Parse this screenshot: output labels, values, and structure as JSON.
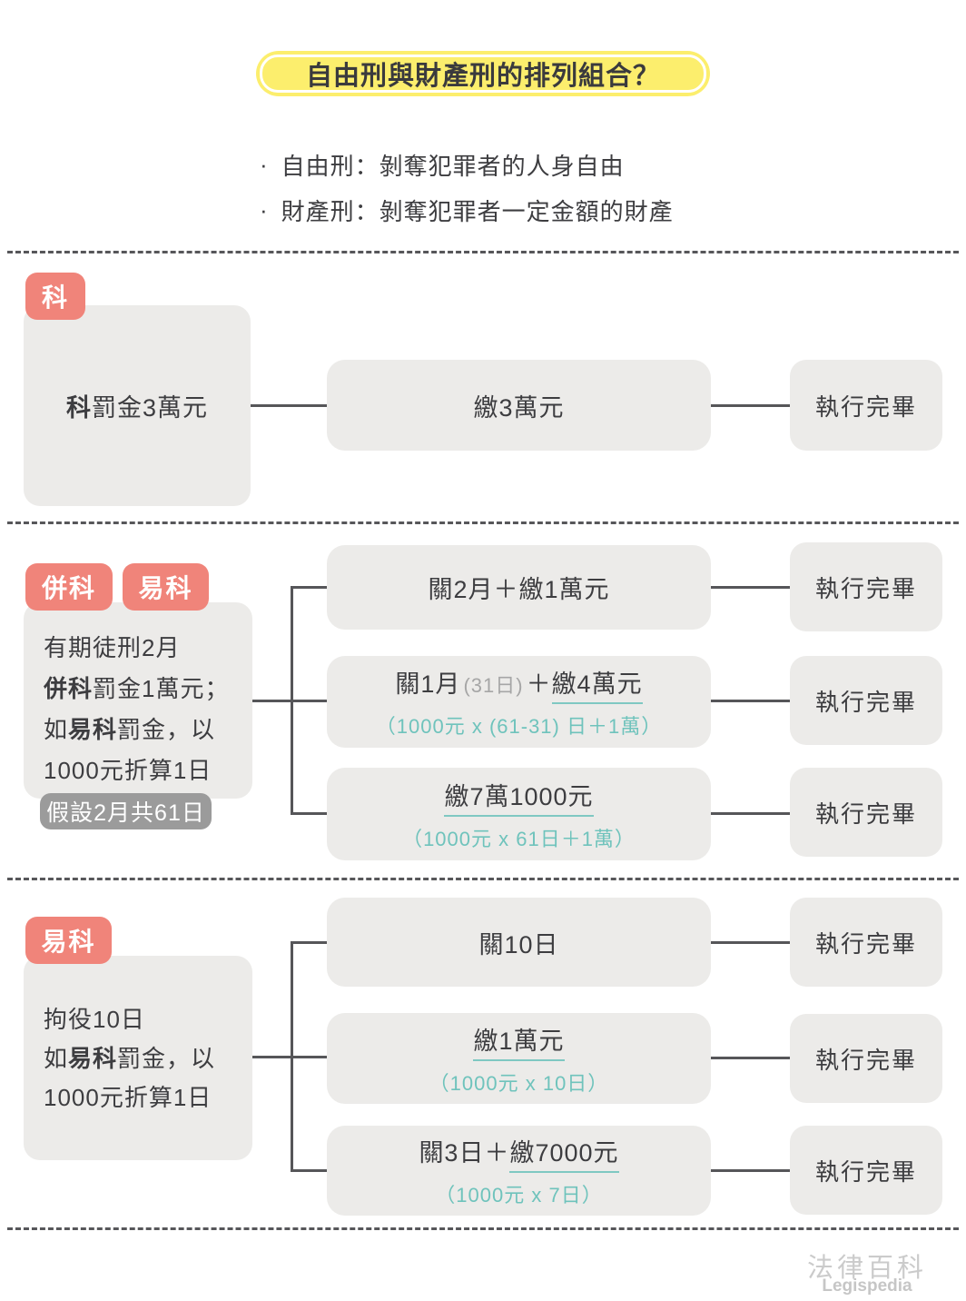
{
  "title": "自由刑與財產刑的排列組合？",
  "intro": {
    "bullets": [
      {
        "marker": "·",
        "text": "自由刑：剝奪犯罪者的人身自由"
      },
      {
        "marker": "·",
        "text": "財產刑：剝奪犯罪者一定金額的財產"
      }
    ]
  },
  "labels": {
    "done": "執行完畢"
  },
  "colors": {
    "badge_red": "#F0847A",
    "title_yellow": "#FCEE6D",
    "formula_teal": "#6FC3BC",
    "box_gray": "#ECEBE9",
    "note_gray": "#9B9B9B"
  },
  "sections": [
    {
      "badges": [
        "科"
      ],
      "left": {
        "bold": "科",
        "rest": "罰金3萬元"
      },
      "branches": [
        {
          "main": "繳3萬元"
        }
      ]
    },
    {
      "badges": [
        "併科",
        "易科"
      ],
      "left_lines": {
        "l1": "有期徒刑2月",
        "l2_bold": "併科",
        "l2_rest": "罰金1萬元；",
        "l3_pre": "如",
        "l3_bold": "易科",
        "l3_rest": "罰金，以",
        "l4": "1000元折算1日"
      },
      "note": "假設2月共61日",
      "branches": [
        {
          "main": "關2月＋繳1萬元"
        },
        {
          "pre": "關1月",
          "gray": "(31日)",
          "plus": "＋",
          "underline": "繳4萬元",
          "formula": "（1000元 x (61-31) 日＋1萬）"
        },
        {
          "underline": "繳7萬1000元",
          "formula": "（1000元 x 61日＋1萬）"
        }
      ]
    },
    {
      "badges": [
        "易科"
      ],
      "left_lines": {
        "l1": "拘役10日",
        "l2_pre": "如",
        "l2_bold": "易科",
        "l2_rest": "罰金，以",
        "l3": "1000元折算1日"
      },
      "branches": [
        {
          "main": "關10日"
        },
        {
          "underline": "繳1萬元",
          "formula": "（1000元 x 10日）"
        },
        {
          "pre": "關3日＋",
          "underline": "繳7000元",
          "formula": "（1000元 x 7日）"
        }
      ]
    }
  ],
  "footer": {
    "brand_zh": "法律百科",
    "brand_en": "Legispedia"
  }
}
